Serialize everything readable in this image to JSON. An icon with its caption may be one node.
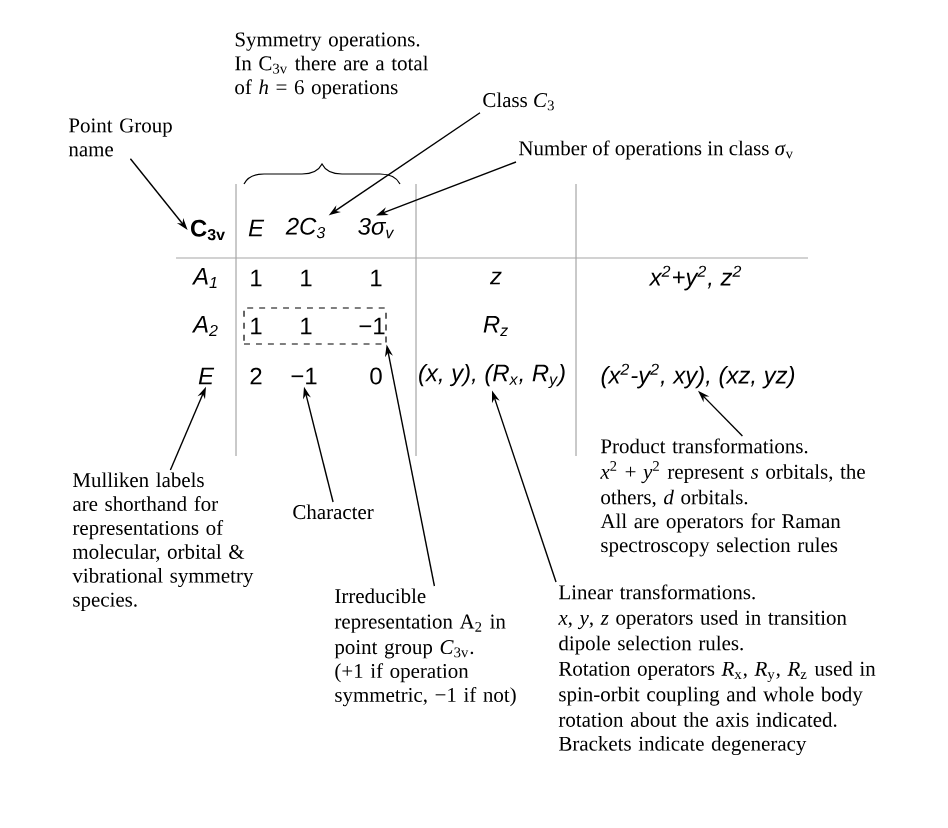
{
  "diagram": {
    "nodes": [
      {
        "text": [
          "Point Group name"
        ]
      },
      {
        "text": [
          "C$_{3v}$"
        ]
      },
      {
        "text": [
          "Class *C*$_{3}$"
        ]
      },
      {
        "text": [
          "Number of operations in class *σ*$_{v}$"
        ]
      },
      {
        "text": [
          "2C$_{3}$"
        ]
      },
      {
        "text": [
          "3σ$_{v}$"
        ]
      },
      {
        "text": [],
        "shape": "box"
      },
      {
        "text": [
          "E"
        ]
      },
      {
        "text": [
          "−1"
        ]
      },
      {
        "text": [
          "(x, y), (R$_{x}$, R$_{y}$)"
        ]
      },
      {
        "text": [
          "(x$^{2}$-y$^{2}$, xy), (xz, yz)"
        ]
      },
      {
        "text": [
          "Product transformations.",
          "*x*$^{2}$ + *y*$^{2}$ represent *s* orbitals, the others, *d* orbitals.",
          "All are operators for Raman spectroscopy selection rules"
        ]
      },
      {
        "text": [
          "Mulliken labels are shorthand for representations of molecular, orbital & vibrational symmetry species."
        ]
      },
      {
        "text": [
          "Character"
        ]
      },
      {
        "text": [
          "Irreducible representation A$_{2}$ in point group *C*$_{3v}$.",
          "(+1 if operation symmetric, −1 if not)"
        ]
      },
      {
        "text": [
          "Linear transformations.",
          "*x*, *y*, *z* operators used in transition dipole selection rules.",
          "Rotation operators *R*$_{x}$, *R*$_{y}$, *R*$_{z}$ used in spin-orbit coupling and whole body rotation about the axis indicated.",
          "Brackets indicate degeneracy"
        ]
      }
    ],
    "edges": [
      {
        "from": 0,
        "to": 1,
        "arrow": "to"
      },
      {
        "from": 2,
        "to": 4,
        "arrow": "to"
      },
      {
        "from": 3,
        "to": 5,
        "arrow": "to"
      },
      {
        "from": 12,
        "to": 7,
        "arrow": "to"
      },
      {
        "from": 13,
        "to": 8,
        "arrow": "to"
      },
      {
        "from": 14,
        "to": 6,
        "arrow": "to"
      },
      {
        "from": 15,
        "to": 9,
        "arrow": "to"
      },
      {
        "from": 11,
        "to": 10,
        "arrow": "to"
      }
    ],
    "labels": [
      "Symmetry operations. In C$_{3v}$ there are a total of *h* = 6 operations",
      "E",
      "A$_{1}$",
      "1",
      "1",
      "1",
      "z",
      "x$^{2}$+y$^{2}$, z$^{2}$",
      "A$_{2}$",
      "1",
      "1",
      "−1",
      "R$_{z}$",
      "2",
      "0"
    ]
  }
}
